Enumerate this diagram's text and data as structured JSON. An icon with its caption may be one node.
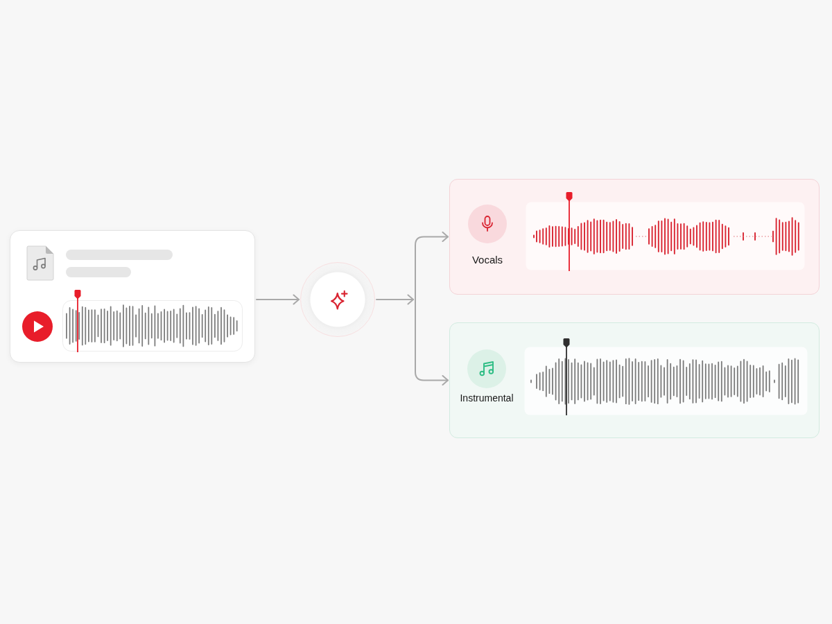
{
  "diagram": {
    "nodes": [
      {
        "text": [],
        "shape": "box"
      },
      {
        "text": [],
        "shape": "circle"
      },
      {
        "text": [
          "Vocals"
        ]
      },
      {
        "text": [
          "Instrumental"
        ]
      }
    ],
    "edges": [
      {
        "from": 0,
        "to": 1,
        "arrow": "to"
      },
      {
        "from": 1,
        "to": 2,
        "arrow": "to"
      },
      {
        "from": 1,
        "to": 3,
        "arrow": "to"
      }
    ]
  }
}
